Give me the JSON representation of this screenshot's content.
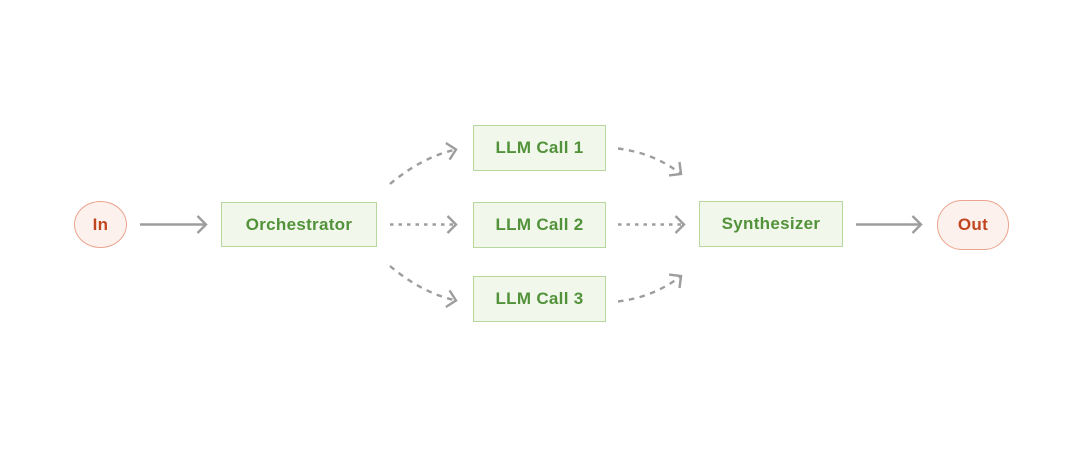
{
  "colors": {
    "canvas_bg": "#ffffff",
    "green_fill": "#f1f8eb",
    "green_border": "#b7d79c",
    "green_text": "#52923a",
    "red_fill": "#fdf1ed",
    "red_border": "#eaa48e",
    "red_text": "#c1461f",
    "arrow_gray": "#9d9d9d"
  },
  "nodes": {
    "in": {
      "label": "In",
      "shape": "ellipse"
    },
    "orchestrator": {
      "label": "Orchestrator",
      "shape": "rect"
    },
    "llm_call_1": {
      "label": "LLM Call 1",
      "shape": "rect"
    },
    "llm_call_2": {
      "label": "LLM Call 2",
      "shape": "rect"
    },
    "llm_call_3": {
      "label": "LLM Call 3",
      "shape": "rect"
    },
    "synthesizer": {
      "label": "Synthesizer",
      "shape": "rect"
    },
    "out": {
      "label": "Out",
      "shape": "pill"
    }
  },
  "edges": [
    {
      "from": "In",
      "to": "Orchestrator",
      "style": "solid"
    },
    {
      "from": "Orchestrator",
      "to": "LLM Call 1",
      "style": "dashed-curved"
    },
    {
      "from": "Orchestrator",
      "to": "LLM Call 2",
      "style": "dotted-straight"
    },
    {
      "from": "Orchestrator",
      "to": "LLM Call 3",
      "style": "dashed-curved"
    },
    {
      "from": "LLM Call 1",
      "to": "Synthesizer",
      "style": "dashed-curved"
    },
    {
      "from": "LLM Call 2",
      "to": "Synthesizer",
      "style": "dotted-straight"
    },
    {
      "from": "LLM Call 3",
      "to": "Synthesizer",
      "style": "dashed-curved"
    },
    {
      "from": "Synthesizer",
      "to": "Out",
      "style": "solid"
    }
  ]
}
